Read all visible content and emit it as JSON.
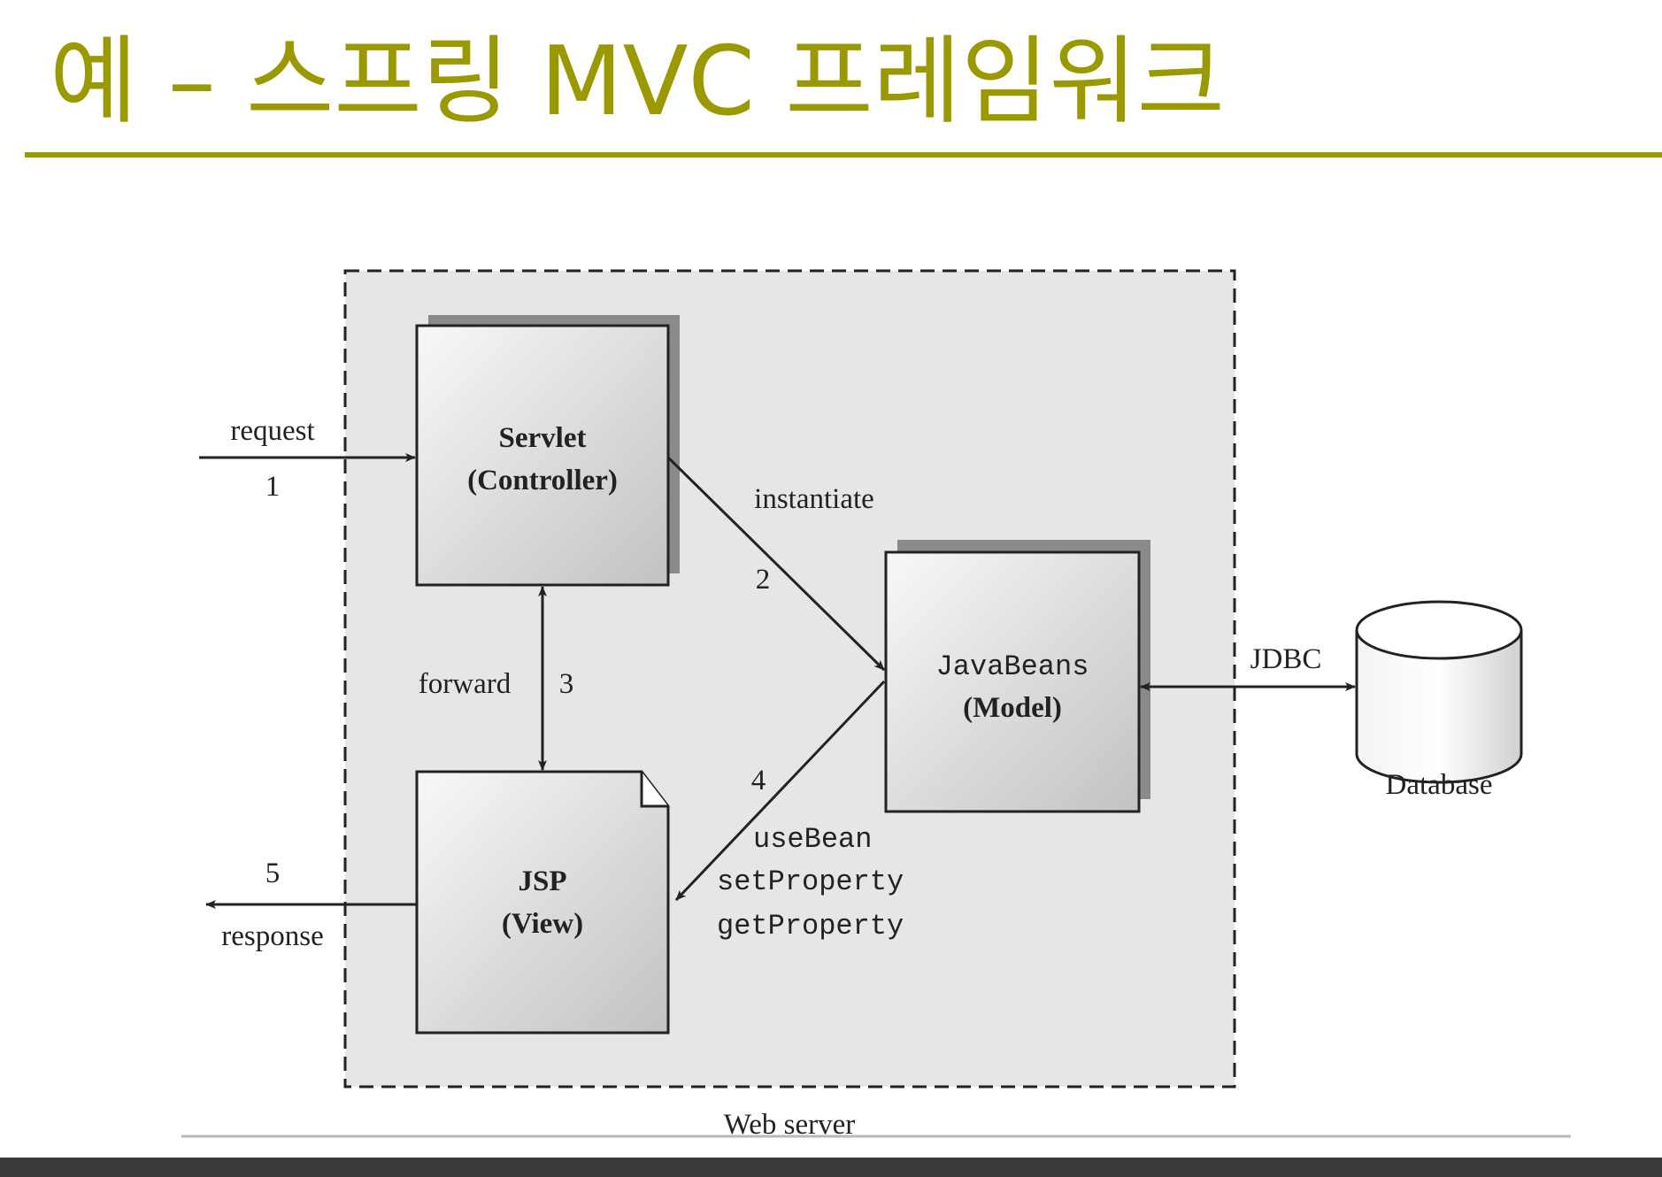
{
  "slide": {
    "title": "예 – 스프링 MVC 프레임워크"
  },
  "diagram": {
    "container_label": "Web server",
    "nodes": {
      "servlet": {
        "line1": "Servlet",
        "line2": "(Controller)"
      },
      "javabeans": {
        "line1": "JavaBeans",
        "line2": "(Model)"
      },
      "jsp": {
        "line1": "JSP",
        "line2": "(View)"
      },
      "database": {
        "label": "Database"
      }
    },
    "edges": {
      "request": {
        "label": "request",
        "step": "1"
      },
      "instantiate": {
        "label": "instantiate",
        "step": "2"
      },
      "forward": {
        "label": "forward",
        "step": "3"
      },
      "usebean": {
        "step": "4",
        "lines": [
          "useBean",
          "setProperty",
          "getProperty"
        ]
      },
      "response": {
        "label": "response",
        "step": "5"
      },
      "jdbc": {
        "label": "JDBC"
      }
    },
    "colors": {
      "title": "#9a9a00",
      "panel": "#e6e6e6",
      "box_light": "#f7f7f7",
      "box_dark": "#c4c4c4",
      "stroke": "#222222"
    }
  }
}
